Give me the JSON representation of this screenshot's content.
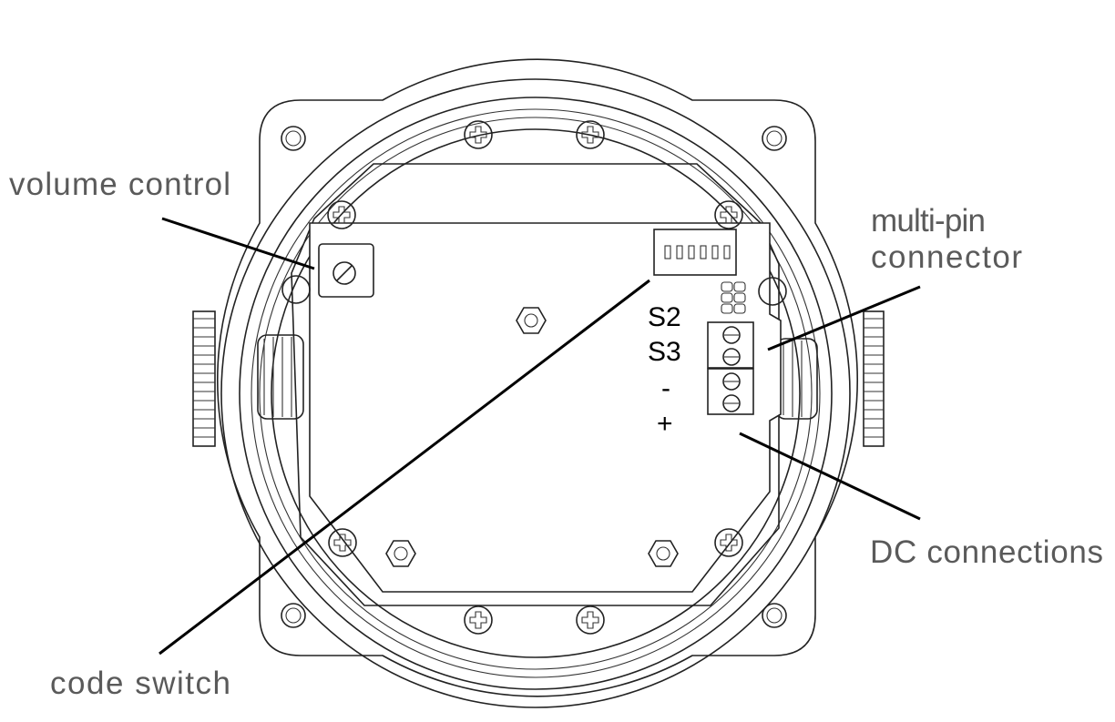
{
  "callouts": {
    "volume_control": "volume control",
    "code_switch": "code switch",
    "multi_pin_line1": "multi-pin",
    "multi_pin_line2": "connector",
    "dc_connections": "DC connections"
  },
  "terminals": {
    "s2": "S2",
    "s3": "S3",
    "minus": "-",
    "plus": "+"
  }
}
